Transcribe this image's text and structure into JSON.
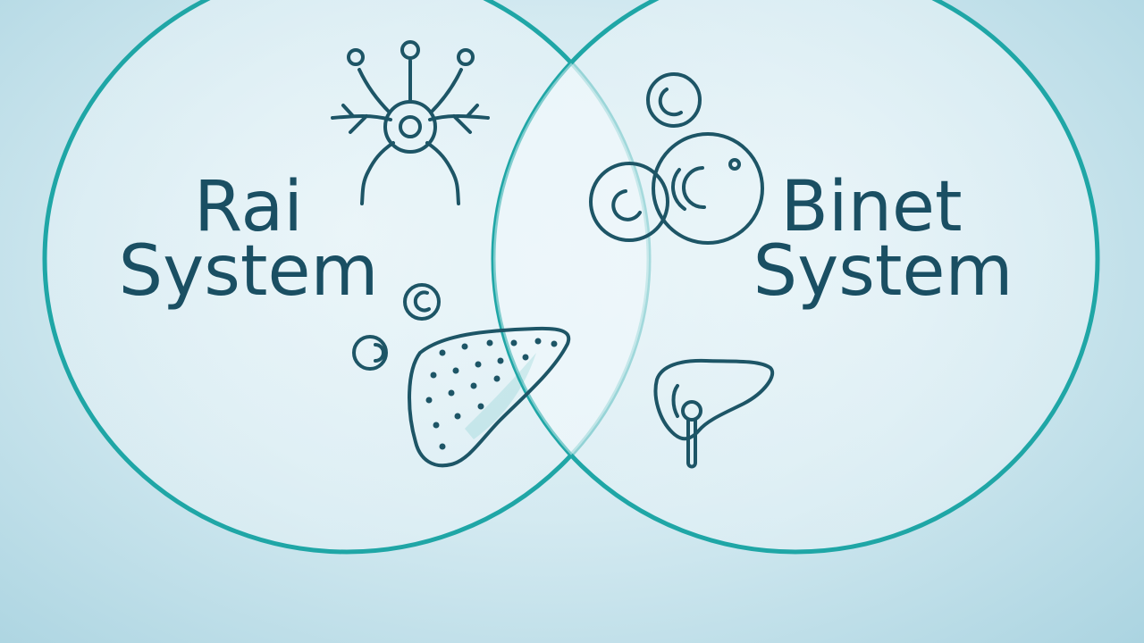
{
  "diagram": {
    "left_set": {
      "label_line1": "Rai",
      "label_line2": "System",
      "icons": [
        "neuron-icon",
        "small-cell-icon",
        "spleen-icon"
      ]
    },
    "right_set": {
      "label_line1": "Binet",
      "label_line2": "System",
      "icons": [
        "lymph-node-cells-icon",
        "liver-icon"
      ]
    },
    "colors": {
      "circle_outline": "#1fa6a6",
      "ink": "#1d5566",
      "background": "#d4eaf1"
    }
  }
}
